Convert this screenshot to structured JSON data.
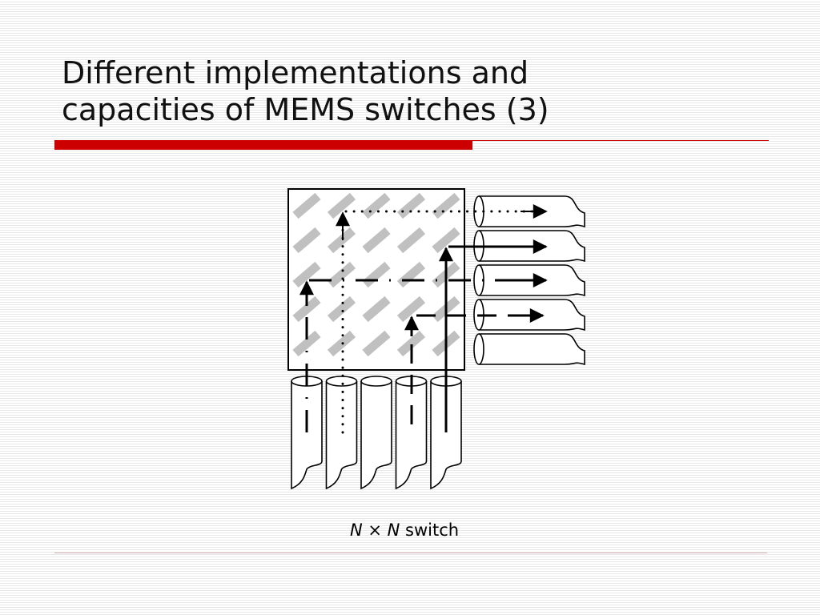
{
  "slide": {
    "title_line1": "Different implementations and",
    "title_line2": "capacities of MEMS switches (3)",
    "accent_color": "#cc0000"
  },
  "caption": {
    "var1": "N",
    "times": " × ",
    "var2": "N",
    "word": " switch"
  },
  "diagram": {
    "mirror_rows": 5,
    "mirror_cols": 5,
    "input_fibers": 5,
    "output_fibers": 5,
    "mirror_color": "#c0c0c0"
  }
}
